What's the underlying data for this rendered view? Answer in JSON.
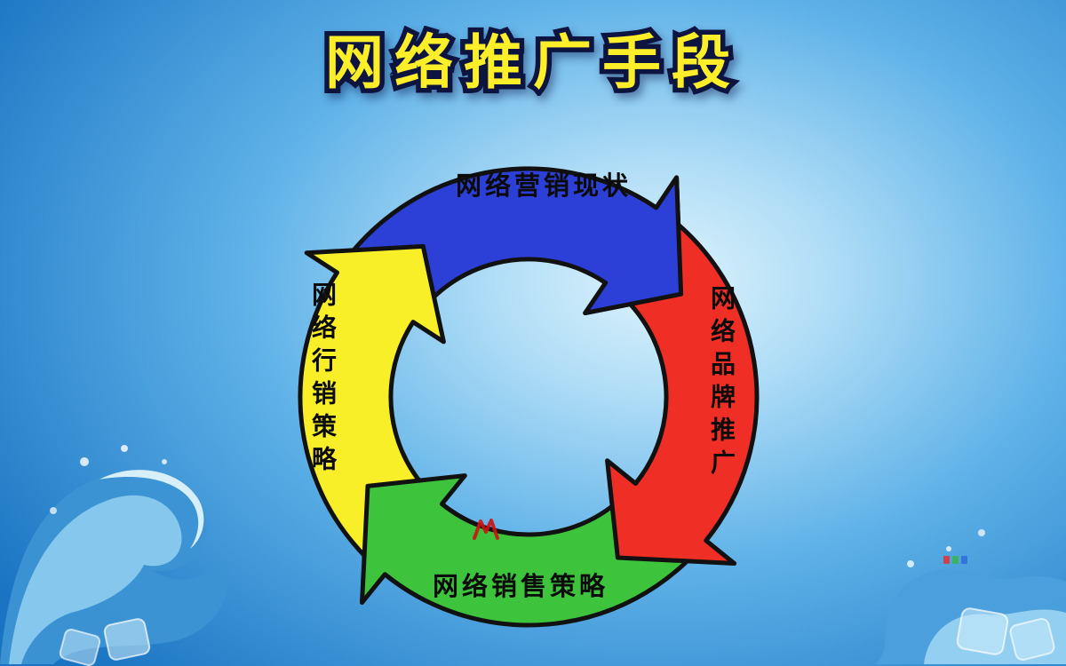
{
  "title": "网络推广手段",
  "title_color": "#fdee2a",
  "title_outline": "#0e1440",
  "background": {
    "highlight": "#def3fc",
    "mid": "#5fb2e8",
    "edge": "#1a74c2"
  },
  "diagram": {
    "type": "cycle",
    "direction": "clockwise",
    "outline_color": "#111111",
    "nodes": [
      {
        "id": "top",
        "label": "网络营销现状",
        "color": "#2c3fd6"
      },
      {
        "id": "right",
        "label": "网络品牌推广",
        "color": "#ef2f25"
      },
      {
        "id": "bottom",
        "label": "网络销售策略",
        "color": "#3dc43c"
      },
      {
        "id": "left",
        "label": "网络行销策略",
        "color": "#f8ef29"
      }
    ]
  }
}
